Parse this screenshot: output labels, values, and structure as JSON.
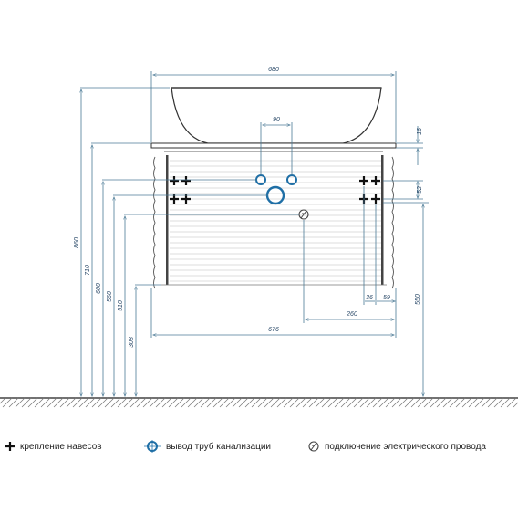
{
  "dimensions": {
    "basin_width": "680",
    "pipe_spacing": "90",
    "top_thickness": "16",
    "hole_offset": "52",
    "height_total": "860",
    "height_top": "710",
    "height_600": "600",
    "height_560": "560",
    "height_510": "510",
    "height_308": "308",
    "height_right": "550",
    "cabinet_width": "676",
    "side_36": "36",
    "side_59": "59",
    "offset_260": "260"
  },
  "legend": {
    "hinge": "крепление навесов",
    "drain": "вывод труб канализации",
    "electric": "подключение электрического провода"
  },
  "colors": {
    "line": "#3a3a3a",
    "dimension": "#4b7a96",
    "accent": "#1f6fa6"
  }
}
